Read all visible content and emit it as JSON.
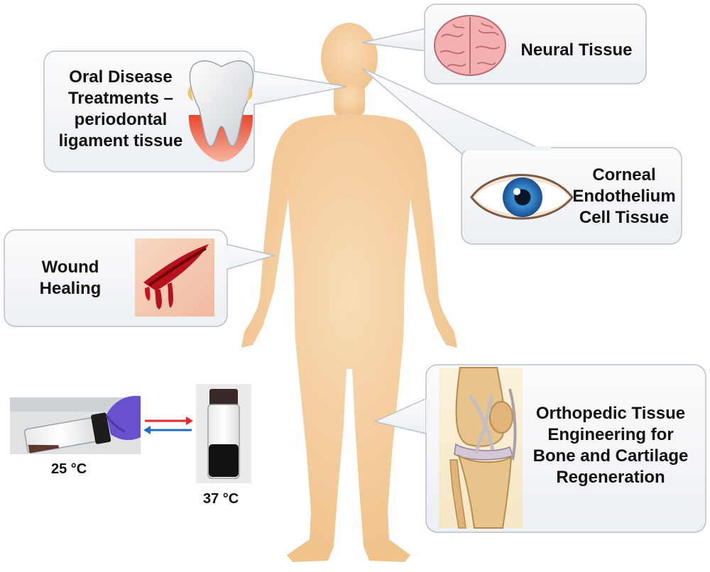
{
  "callouts": {
    "neural": {
      "label": "Neural Tissue",
      "icon": "brain-icon"
    },
    "oral": {
      "lines": [
        "Oral Disease",
        "Treatments –",
        "periodontal",
        "ligament tissue"
      ],
      "icon": "tooth-icon"
    },
    "corneal": {
      "lines": [
        "Corneal",
        "Endothelium",
        "Cell Tissue"
      ],
      "icon": "eye-icon"
    },
    "wound": {
      "lines": [
        "Wound",
        "Healing"
      ],
      "icon": "wound-icon"
    },
    "orthopedic": {
      "lines": [
        "Orthopedic Tissue",
        "Engineering for",
        "Bone and Cartilage",
        "Regeneration"
      ],
      "icon": "knee-joint-icon"
    }
  },
  "gel_transition": {
    "left_temp": "25 °C",
    "right_temp": "37 °C",
    "arrow_warm_color": "#e8262b",
    "arrow_cool_color": "#1f6fc5"
  },
  "colors": {
    "body": "#f5cfa0",
    "callout_fill": "#f3f5f8",
    "callout_border": "#b9c0c8"
  }
}
